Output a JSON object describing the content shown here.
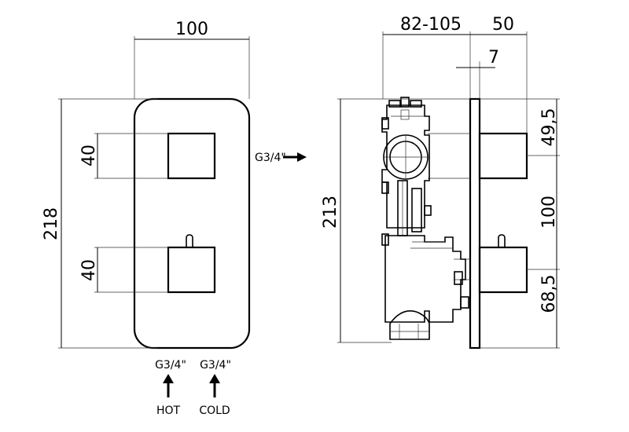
{
  "dimensions": {
    "front_width": "100",
    "front_height": "218",
    "upper_handle": "40",
    "lower_handle": "40",
    "depth": "82-105",
    "plate_depth": "50",
    "plate_thickness": "7",
    "side_height": "213",
    "top_offset": "49,5",
    "handle_spacing": "100",
    "bottom_offset": "68,5"
  },
  "connections": {
    "outlet": "G3/4\"",
    "hot_thread": "G3/4\"",
    "cold_thread": "G3/4\"",
    "hot_label": "HOT",
    "cold_label": "COLD"
  }
}
